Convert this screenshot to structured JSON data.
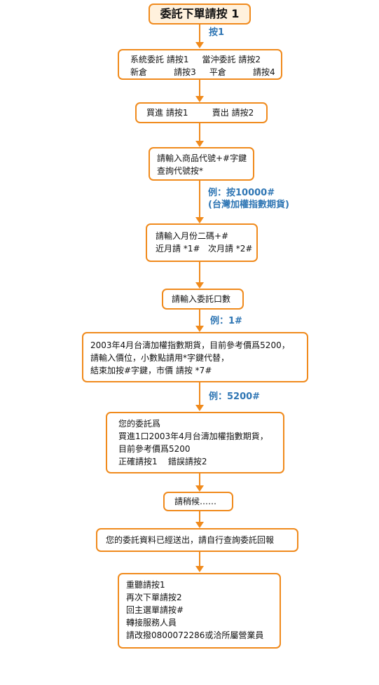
{
  "title": {
    "text": "委託下單請按 1"
  },
  "steps": [
    {
      "lines": [
        "系統委託 請按1     當沖委託 請按2",
        "新倉          請按3     平倉          請按4"
      ]
    },
    {
      "lines": [
        "買進 請按1         賣出 請按2"
      ]
    },
    {
      "lines": [
        "請輸入商品代號+#字鍵",
        "查詢代號按*"
      ]
    },
    {
      "lines": [
        "請輸入月份二碼+#",
        "近月請 *1#   次月請 *2#"
      ]
    },
    {
      "lines": [
        "請輸入委託口數"
      ]
    },
    {
      "lines": [
        "2003年4月台濤加權指數期貨，目前參考價爲5200，",
        "請輸入價位，小數點請用*字鍵代替，",
        "結束加按#字鍵，市價 請按 *7#"
      ]
    },
    {
      "lines": [
        "您的委託爲",
        "買進1口2003年4月台濤加權指數期貨，",
        "目前參考價爲5200",
        "正確請按1    錯誤請按2"
      ]
    },
    {
      "lines": [
        "請稍候……"
      ]
    },
    {
      "lines": [
        "您的委託資料已經送出，請自行查詢委託回報"
      ]
    },
    {
      "lines": [
        "重聽請按1",
        "再次下單請按2",
        "回主選單請按#",
        "轉接服務人員",
        "請改撥0800072286或洽所屬營業員"
      ]
    }
  ],
  "labels": [
    {
      "lines": [
        "按1"
      ]
    },
    {
      "lines": [
        "例：按10000#",
        "(台灣加權指數期貨)"
      ]
    },
    {
      "lines": [
        "例：1#"
      ]
    },
    {
      "lines": [
        "例：5200#"
      ]
    }
  ],
  "colors": {
    "border": "#f08a1c",
    "title_fill": "#fff1dd",
    "label_text": "#2f76b4"
  }
}
